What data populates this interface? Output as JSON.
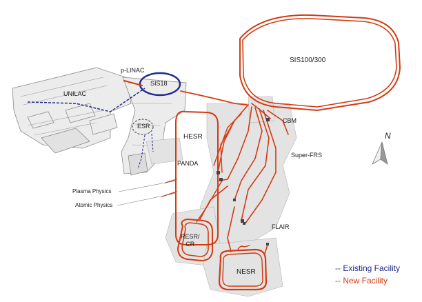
{
  "diagram": {
    "labels": {
      "sis100_300": "SIS100/300",
      "p_linac": "p-LINAC",
      "sis18": "SIS18",
      "unilac": "UNILAC",
      "esr": "ESR",
      "hesr": "HESR",
      "panda": "PANDA",
      "cbm": "CBM",
      "super_frs": "Super-FRS",
      "plasma_physics": "Plasma Physics",
      "atomic_physics": "Atomic Physics",
      "resr_cr_line1": "RESR/",
      "resr_cr_line2": "CR",
      "flair": "FLAIR",
      "nesr": "NESR",
      "north": "N"
    },
    "legend": {
      "existing": "-- Existing Facility",
      "new": "-- New Facility"
    },
    "colors": {
      "existing": "#1f2a8c",
      "new": "#d23a10",
      "building_fill": "#ececec",
      "building_stroke": "#8a8a8a",
      "shadow": "#d6d6d6"
    }
  }
}
